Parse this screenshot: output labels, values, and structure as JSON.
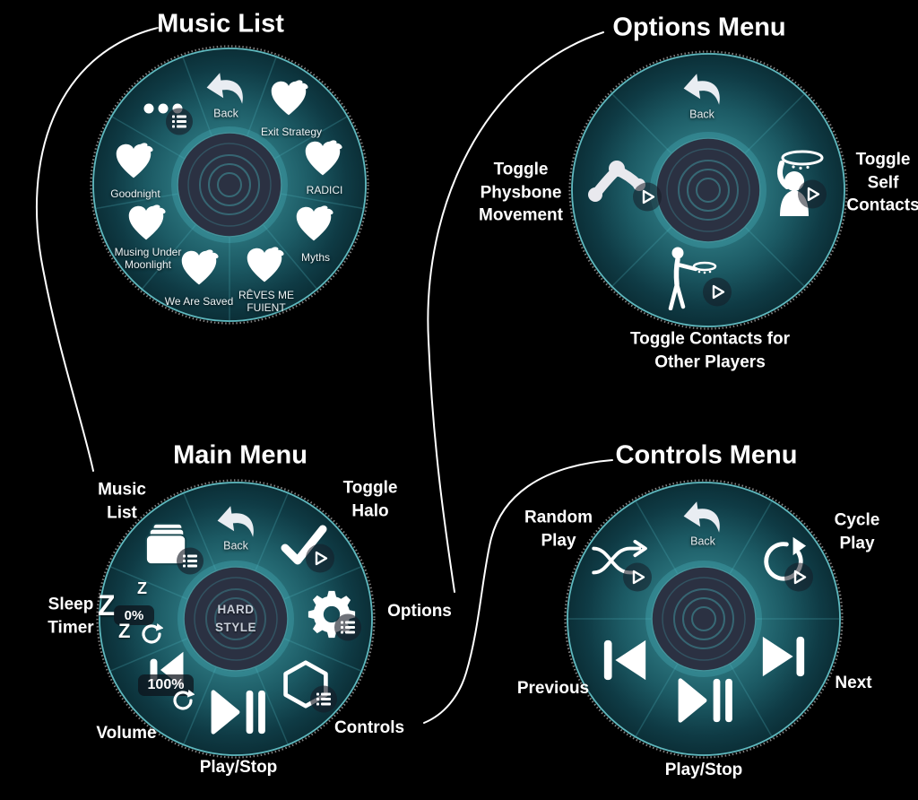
{
  "titles": {
    "music": "Music List",
    "options": "Options Menu",
    "main": "Main Menu",
    "controls": "Controls Menu"
  },
  "music_menu": {
    "back": "Back",
    "songs": [
      "Exit Strategy",
      "RADICI",
      "Myths",
      "RÊVES ME FUIENT",
      "We Are Saved",
      "Musing Under Moonlight",
      "Goodnight"
    ]
  },
  "options_menu": {
    "back": "Back",
    "physbone_label": "Toggle Physbone Movement",
    "self_label": "Toggle Self Contacts",
    "others_label": "Toggle Contacts for Other Players"
  },
  "main_menu": {
    "back": "Back",
    "center_text": "HARD STYLE",
    "sleep_percent": "0%",
    "volume_percent": "100%",
    "music_label": "Music List",
    "halo_label": "Toggle Halo",
    "sleep_label": "Sleep Timer",
    "options_label": "Options",
    "volume_label": "Volume",
    "play_label": "Play/Stop",
    "controls_label": "Controls"
  },
  "controls_menu": {
    "back": "Back",
    "random_label": "Random Play",
    "cycle_label": "Cycle Play",
    "previous_label": "Previous",
    "next_label": "Next",
    "play_label": "Play/Stop"
  },
  "colors": {
    "background": "#000000",
    "wheel_teal": "#1c5a64",
    "wheel_rim": "#5fb9bf",
    "hub": "#2b3142",
    "connector": "#ffffff"
  }
}
